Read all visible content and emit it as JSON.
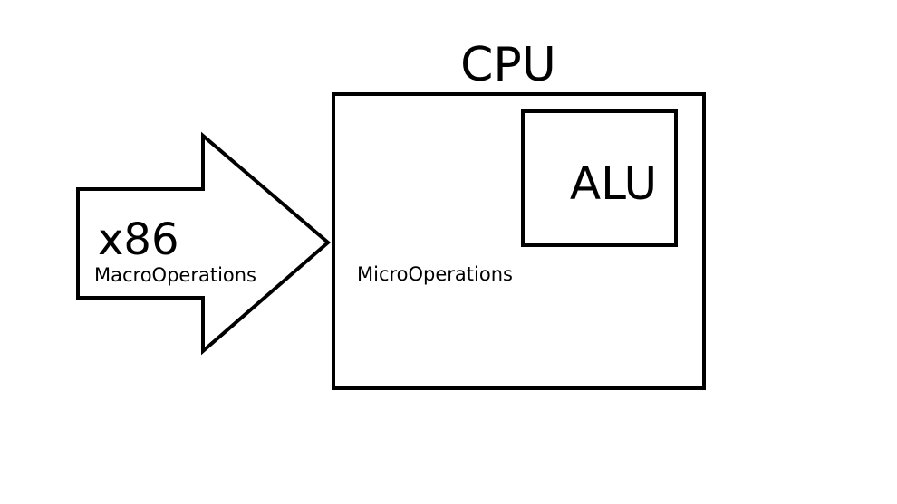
{
  "diagram": {
    "cpu_label": "CPU",
    "alu_label": "ALU",
    "arrow_title": "x86",
    "arrow_subtitle": "MacroOperations",
    "cpu_inner_label": "MicroOperations"
  },
  "colors": {
    "stroke": "#000000",
    "background": "#ffffff"
  }
}
